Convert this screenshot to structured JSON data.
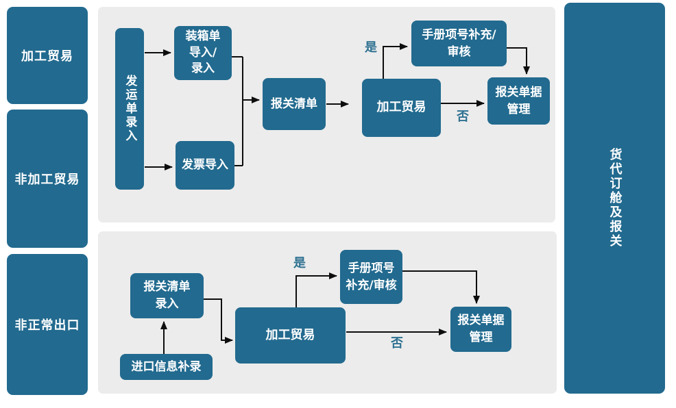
{
  "colors": {
    "box": "#226a8f",
    "panel": "#ececec",
    "page": "#ffffff",
    "arrow": "#0d0d0d",
    "decision_label": "#2e7191",
    "box_text": "#ffffff"
  },
  "lanes": {
    "left": [
      {
        "label": "加工贸易"
      },
      {
        "label": "非加工贸易"
      },
      {
        "label": "非正常出口"
      }
    ],
    "right": {
      "label": "货代订舱及报关"
    }
  },
  "panel1": {
    "nodes": {
      "shipping_order_entry": {
        "label": "发运单录入"
      },
      "packing_list": {
        "label": "装箱单\n导入/\n录入"
      },
      "invoice_import": {
        "label": "发票导入"
      },
      "declaration_list": {
        "label": "报关清单"
      },
      "processing_trade": {
        "label": "加工贸易"
      },
      "manual_item": {
        "label": "手册项号补充/\n审核"
      },
      "doc_management": {
        "label": "报关单据\n管理"
      }
    },
    "decisions": {
      "yes": "是",
      "no": "否"
    }
  },
  "panel2": {
    "nodes": {
      "declaration_list_entry": {
        "label": "报关清单\n录入"
      },
      "import_info_supplement": {
        "label": "进口信息补录"
      },
      "processing_trade": {
        "label": "加工贸易"
      },
      "manual_item": {
        "label": "手册项号\n补充/审核"
      },
      "doc_management": {
        "label": "报关单据\n管理"
      }
    },
    "decisions": {
      "yes": "是",
      "no": "否"
    }
  }
}
